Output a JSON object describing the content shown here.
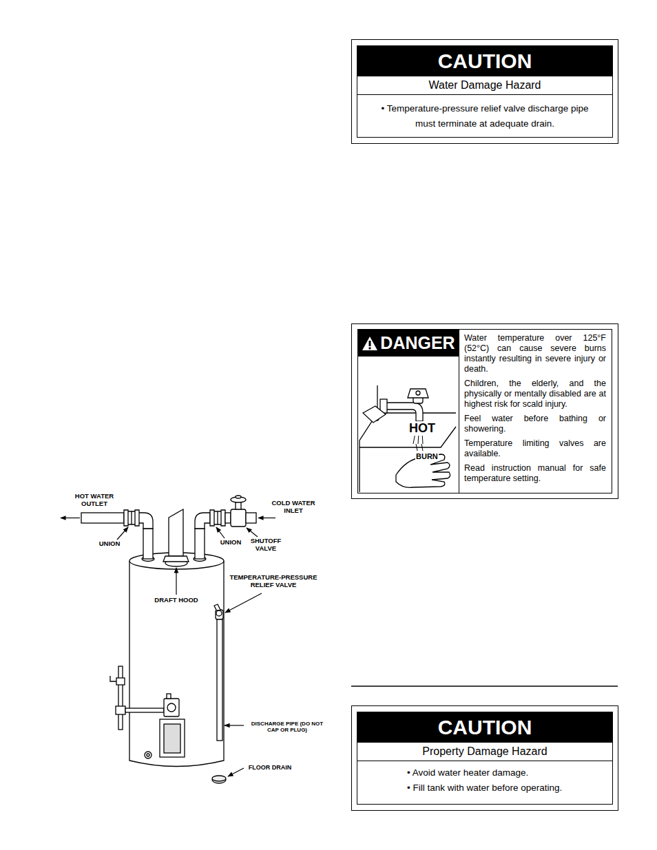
{
  "diagram": {
    "nodes": [
      {
        "text": [
          "CAUTION",
          "Water Damage Hazard",
          "• Temperature-pressure relief valve discharge pipe must terminate at adequate drain."
        ]
      },
      {
        "text": [
          "DANGER",
          "Water temperature over 125°F (52°C) can cause severe burns instantly resulting in severe injury or death.",
          "Children, the elderly, and the physically or mentally disabled are at highest risk for scald injury.",
          "Feel water before bathing or showering.",
          "Temperature limiting valves are available.",
          "Read instruction manual for safe temperature setting."
        ]
      },
      {
        "text": [
          "CAUTION",
          "Property Damage Hazard",
          "• Avoid water heater damage.",
          "• Fill tank with water before operating."
        ]
      }
    ],
    "labels": [
      "HOT WATER OUTLET",
      "COLD WATER INLET",
      "UNION",
      "UNION",
      "SHUTOFF VALVE",
      "DRAFT HOOD",
      "TEMPERATURE-PRESSURE RELIEF VALVE",
      "DISCHARGE PIPE (DO NOT CAP OR PLUG)",
      "FLOOR DRAIN",
      "HOT",
      "BURN"
    ]
  }
}
